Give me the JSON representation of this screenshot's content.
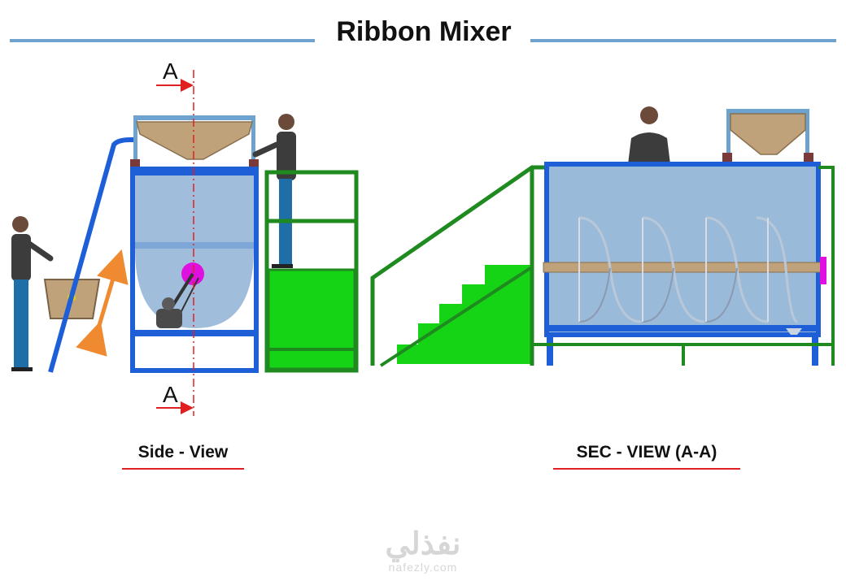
{
  "title": "Ribbon Mixer",
  "section_mark": "A",
  "captions": {
    "side_view": "Side - View",
    "section_view": "SEC - VIEW  (A-A)"
  },
  "watermark": {
    "arabic": "نفذلي",
    "url": "nafezly.com"
  },
  "colors": {
    "frame_blue": "#1e5fd8",
    "tank_fill": "#8fb3d6",
    "platform_green": "#1f8a1f",
    "platform_fill": "#15d415",
    "hopper_tan": "#bfa27a",
    "motor_pulley": "#e010e0",
    "section_line_red": "#e02020",
    "title_rule": "#6fa3cf"
  }
}
